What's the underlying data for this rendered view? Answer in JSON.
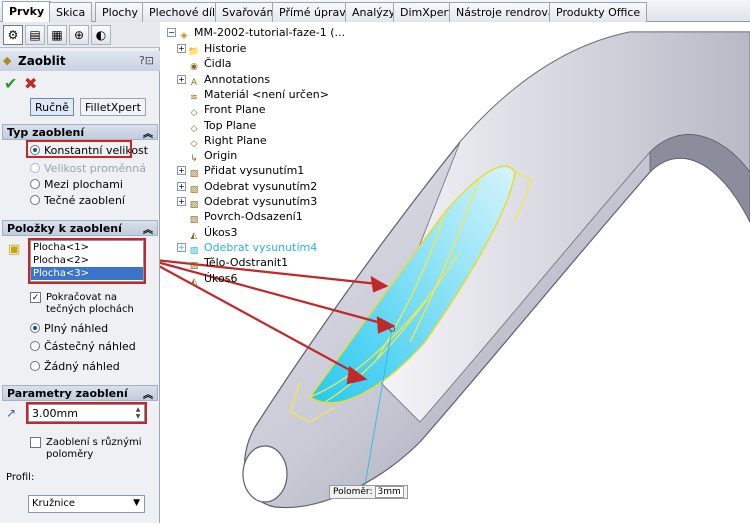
{
  "tabs": [
    "Prvky",
    "Skica",
    "Plochy",
    "Plechové díly",
    "Svařování",
    "Přímé úpravy",
    "Analýzy",
    "DimXpert",
    "Nástroje rendrování",
    "Produkty Office"
  ],
  "active_tab": "Prvky",
  "panel": {
    "title": "Zaoblit",
    "modes": {
      "manual": "Ručně",
      "filletxpert": "FilletXpert"
    },
    "fillet_type": {
      "header": "Typ zaoblení",
      "options": [
        "Konstantní velikost",
        "Velikost proměnná",
        "Mezi plochami",
        "Tečné zaoblení"
      ]
    },
    "items": {
      "header": "Položky k zaoblení",
      "list": [
        "Plocha<1>",
        "Plocha<2>",
        "Plocha<3>"
      ],
      "tangent_prop": "Pokračovat na tečných plochách",
      "preview": [
        "Plný náhled",
        "Částečný náhled",
        "Žádný náhled"
      ]
    },
    "params": {
      "header": "Parametry zaoblení",
      "radius": "3.00mm",
      "multi_radius": "Zaoblení s různými poloměry",
      "profile_label": "Profil:",
      "profile_value": "Kružnice"
    }
  },
  "tree": {
    "root": "MM-2002-tutorial-faze-1  (...",
    "items": [
      {
        "label": "Historie",
        "exp": true
      },
      {
        "label": "Čidla",
        "exp": false
      },
      {
        "label": "Annotations",
        "exp": true
      },
      {
        "label": "Materiál <není určen>",
        "exp": false
      },
      {
        "label": "Front Plane",
        "exp": false
      },
      {
        "label": "Top Plane",
        "exp": false
      },
      {
        "label": "Right Plane",
        "exp": false
      },
      {
        "label": "Origin",
        "exp": false
      },
      {
        "label": "Přidat vysunutím1",
        "exp": true
      },
      {
        "label": "Odebrat vysunutím2",
        "exp": true
      },
      {
        "label": "Odebrat vysunutím3",
        "exp": true
      },
      {
        "label": "Povrch-Odsazení1",
        "exp": false
      },
      {
        "label": "Úkos3",
        "exp": false
      },
      {
        "label": "Odebrat vysunutím4",
        "exp": true
      },
      {
        "label": "Tělo-Odstranit1",
        "exp": false
      },
      {
        "label": "Úkos6",
        "exp": false
      }
    ]
  },
  "callout": {
    "label": "Poloměr:",
    "value": "3mm"
  },
  "colors": {
    "annotation_red": "#c0282a",
    "highlight_blue": "#28b4e6",
    "preview_yellow": "#f2e84a"
  }
}
